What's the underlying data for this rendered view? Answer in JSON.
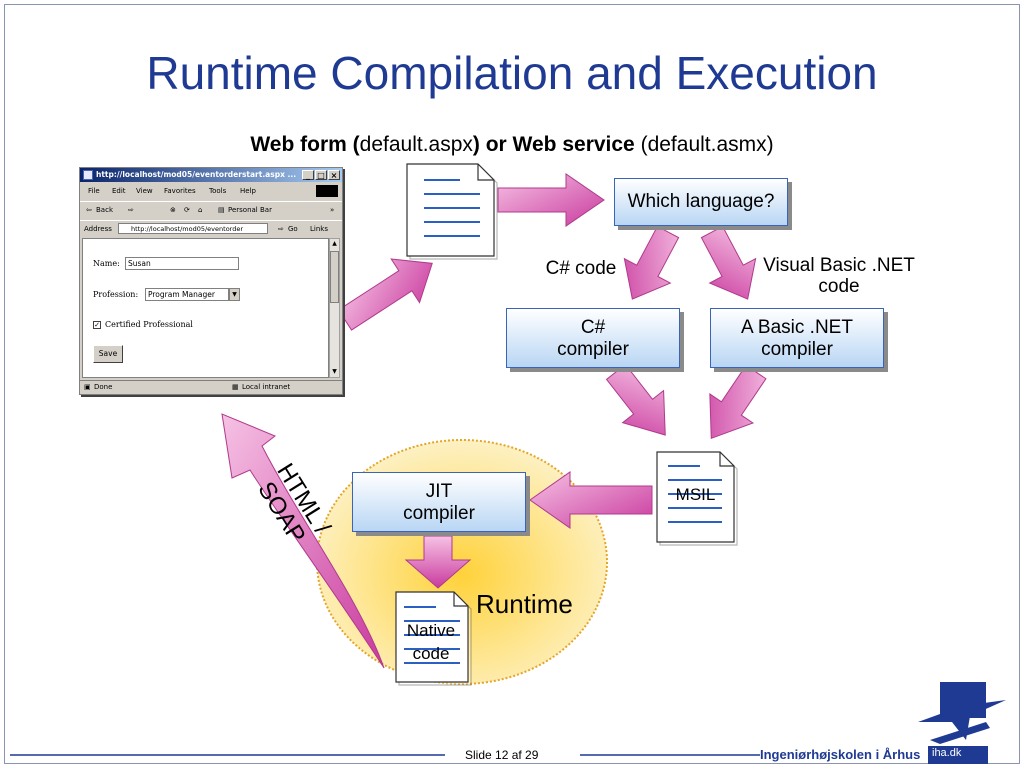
{
  "title": "Runtime Compilation and Execution",
  "subtitle": {
    "part1_bold": "Web form (",
    "part2": "default.aspx",
    "part3_bold": ") or Web service",
    "part4": " (default.asmx)"
  },
  "nodes": {
    "which_language": "Which language?",
    "csharp_compiler_line1": "C#",
    "csharp_compiler_line2": "compiler",
    "vb_compiler_line1": "A Basic .NET",
    "vb_compiler_line2": "compiler",
    "jit_line1": "JIT",
    "jit_line2": "compiler",
    "msil": "MSIL",
    "native_line1": "Native",
    "native_line2": "code",
    "runtime": "Runtime"
  },
  "edge_labels": {
    "csharp_code": "C# code",
    "vb_code_line1": "Visual Basic .NET",
    "vb_code_line2": "code",
    "html_soap_line1": "HTML /",
    "html_soap_line2": "SOAP"
  },
  "browser": {
    "window_title": "http://localhost/mod05/eventorderstart.aspx ...",
    "menu": [
      "File",
      "Edit",
      "View",
      "Favorites",
      "Tools",
      "Help"
    ],
    "toolbar": {
      "back": "Back",
      "personal_bar": "Personal Bar"
    },
    "address_label": "Address",
    "address_value": "http://localhost/mod05/eventorder",
    "go_label": "Go",
    "links_label": "Links",
    "form": {
      "name_label": "Name:",
      "name_value": "Susan",
      "profession_label": "Profession:",
      "profession_value": "Program Manager",
      "certified_label": "Certified Professional",
      "save_label": "Save"
    },
    "status": {
      "left": "Done",
      "zone": "Local intranet"
    }
  },
  "footer": {
    "slide_text": "Slide 12 af  29",
    "brand": "Ingeniørhøjskolen i Århus",
    "logo_text": "iha.dk"
  },
  "colors": {
    "title": "#1f3a93",
    "arrow": "#d44fae",
    "runtime_fill": "#fde48a",
    "box_gradient_bottom": "#b9d6f4"
  }
}
